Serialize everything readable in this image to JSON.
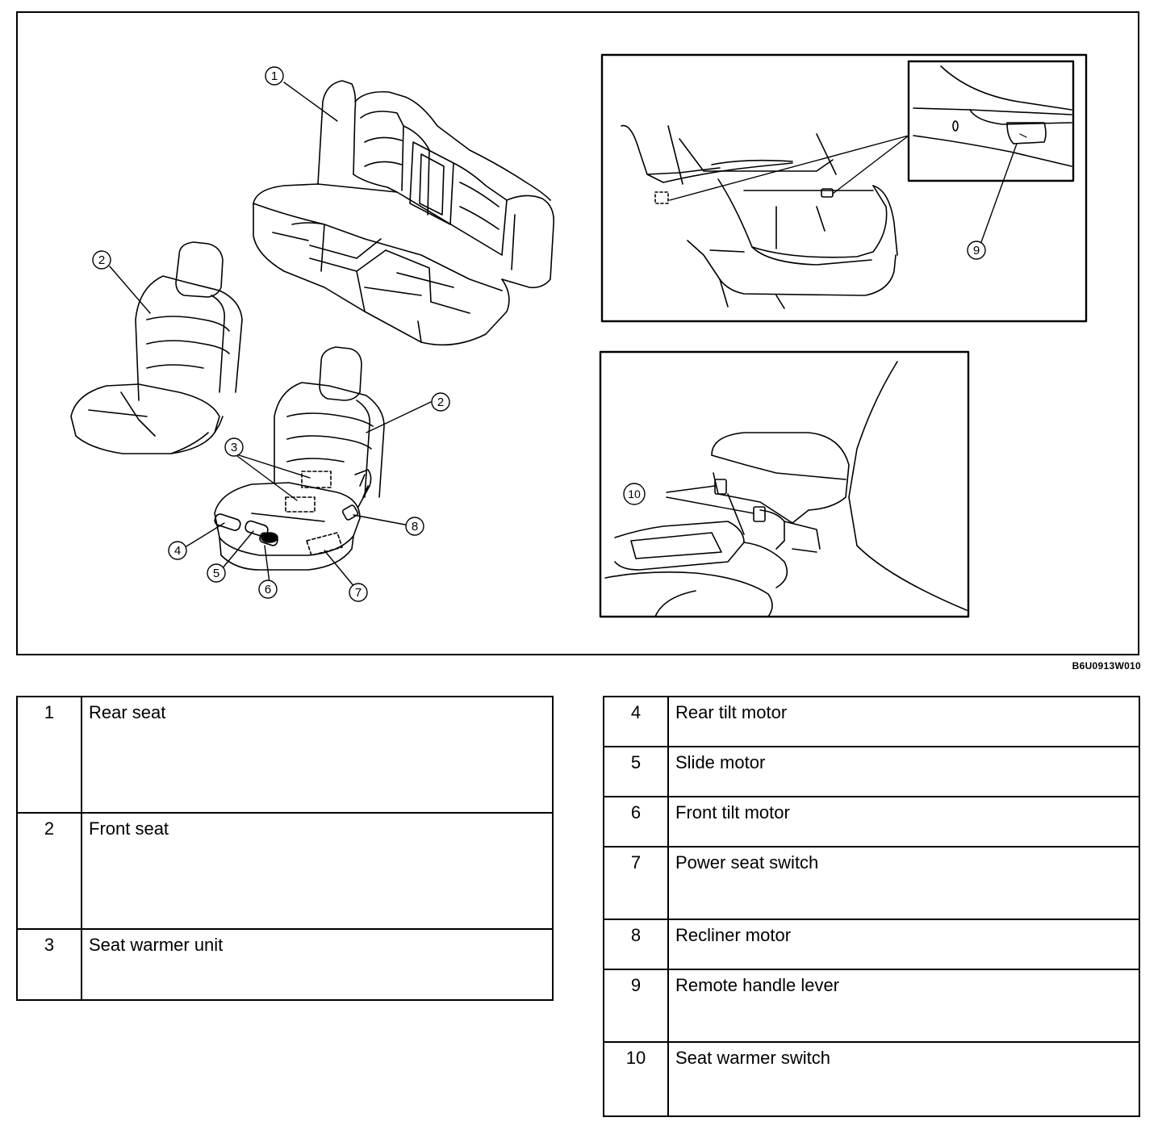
{
  "figure": {
    "code": "B6U0913W010",
    "callouts": [
      "1",
      "2",
      "2",
      "3",
      "4",
      "5",
      "6",
      "7",
      "8",
      "9",
      "10"
    ]
  },
  "legend_left": [
    {
      "num": "1",
      "text": "Rear seat"
    },
    {
      "num": "2",
      "text": "Front seat"
    },
    {
      "num": "3",
      "text": "Seat warmer unit"
    }
  ],
  "legend_right": [
    {
      "num": "4",
      "text": "Rear tilt motor"
    },
    {
      "num": "5",
      "text": "Slide motor"
    },
    {
      "num": "6",
      "text": "Front tilt motor"
    },
    {
      "num": "7",
      "text": "Power seat switch"
    },
    {
      "num": "8",
      "text": "Recliner motor"
    },
    {
      "num": "9",
      "text": "Remote handle lever"
    },
    {
      "num": "10",
      "text": "Seat warmer switch"
    }
  ]
}
